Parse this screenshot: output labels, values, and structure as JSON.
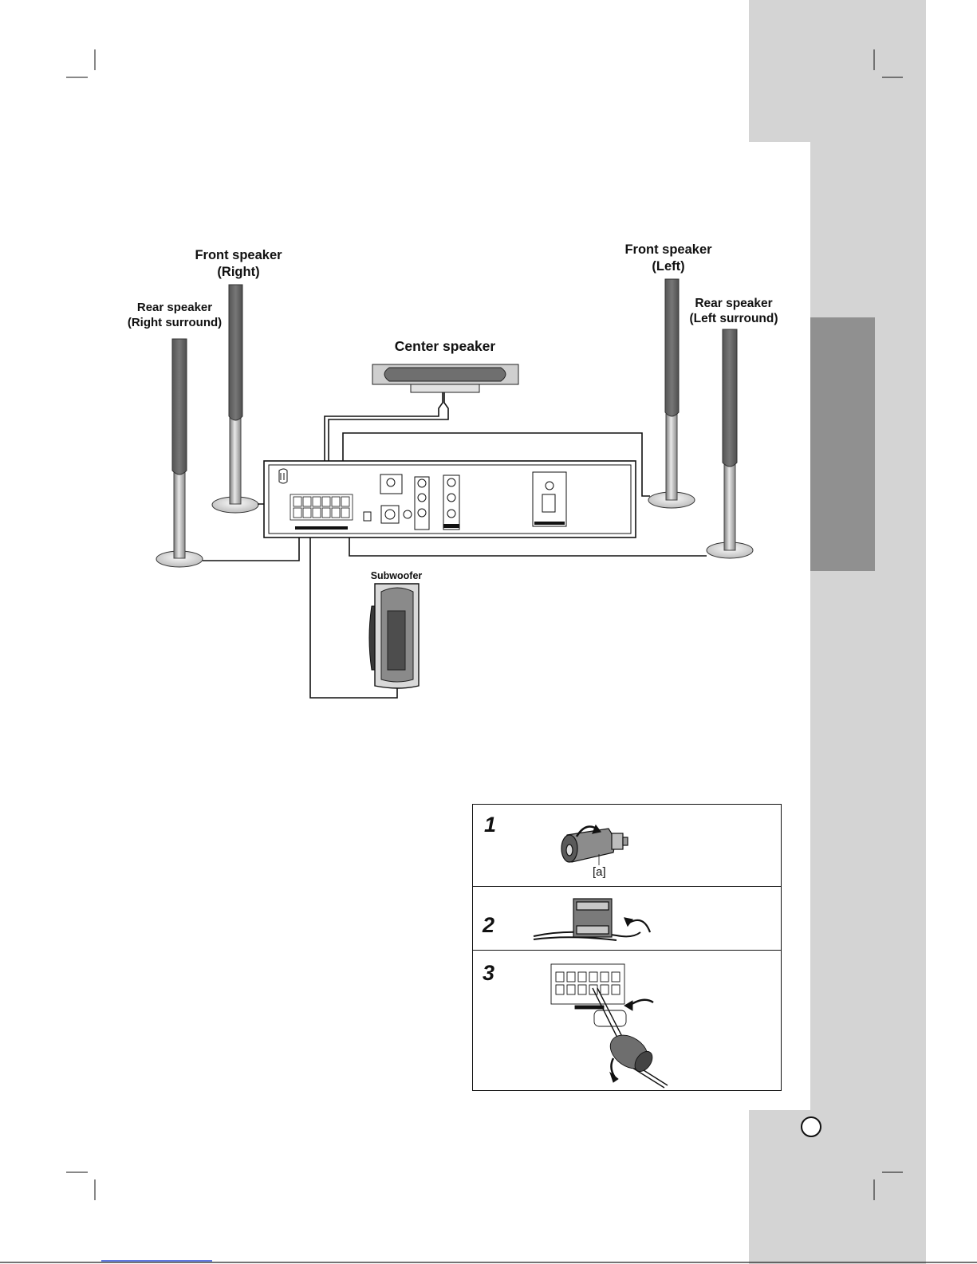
{
  "labels": {
    "front_right": [
      "Front speaker",
      "(Right)"
    ],
    "rear_right": [
      "Rear speaker",
      "(Right surround)"
    ],
    "front_left": [
      "Front speaker",
      "(Left)"
    ],
    "rear_left": [
      "Rear speaker",
      "(Left surround)"
    ],
    "center": "Center speaker",
    "subwoofer": "Subwoofer"
  },
  "steps": {
    "step1": "1",
    "step2": "2",
    "step3": "3",
    "callout_a": "[a]"
  },
  "colors": {
    "side_tab": "#d4d4d4",
    "index_tab": "#909090",
    "speaker_dark": "#6b6b6b",
    "border": "#111111"
  }
}
